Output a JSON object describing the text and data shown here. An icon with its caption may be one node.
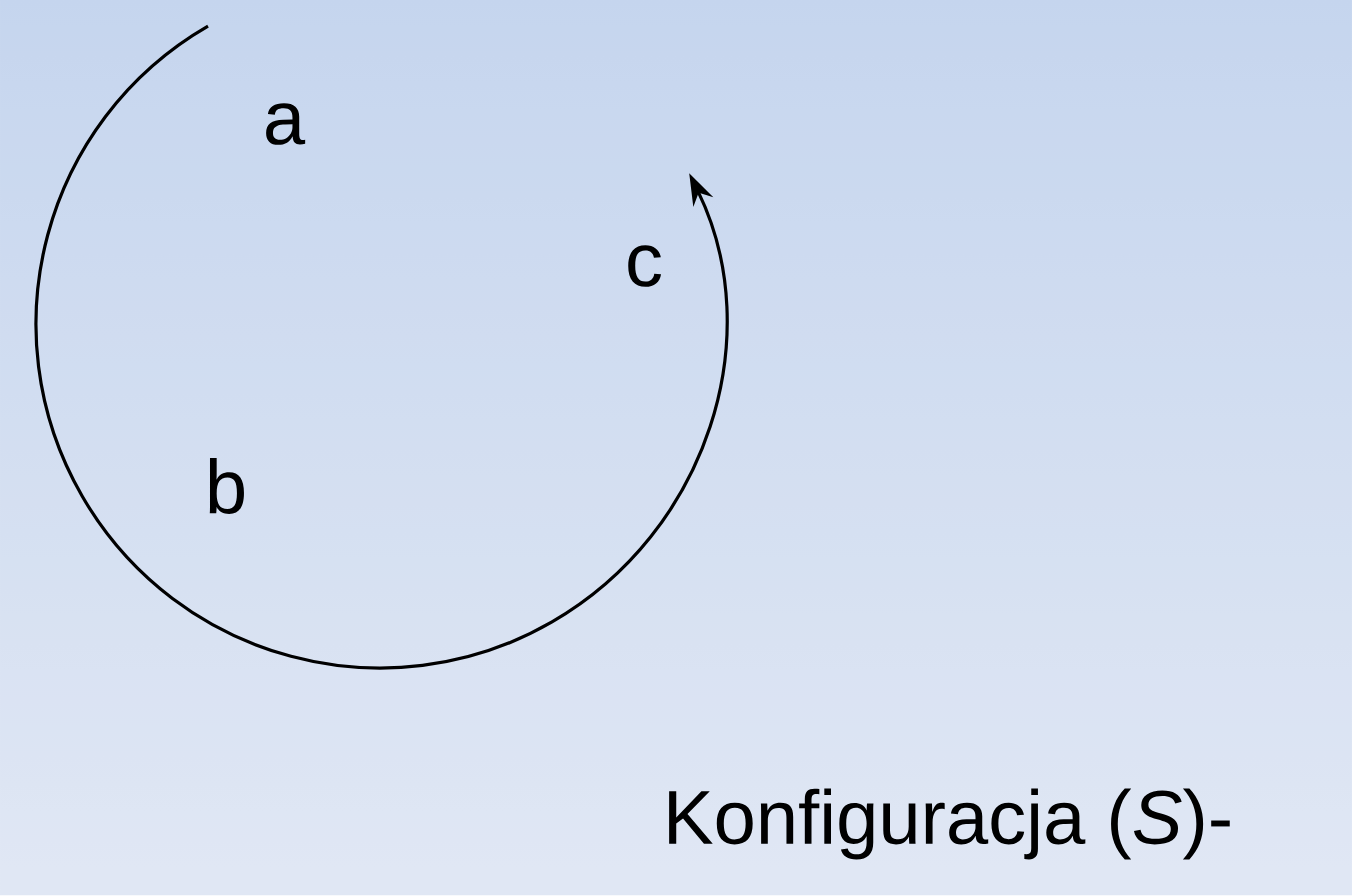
{
  "diagram": {
    "labels": [
      "a",
      "b",
      "c",
      "Konfiguracja (*S*)-"
    ]
  }
}
